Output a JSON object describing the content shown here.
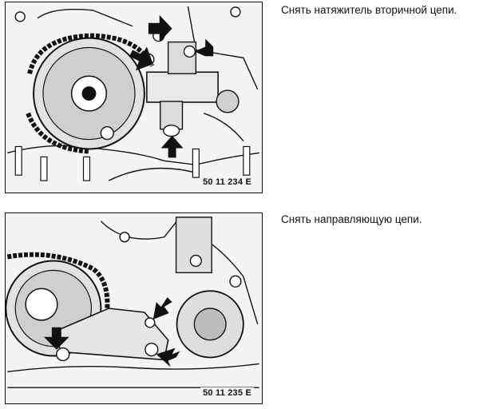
{
  "steps": [
    {
      "caption": "Снять натяжитель вторичной цепи.",
      "figure_code": "50 11 234 E"
    },
    {
      "caption": "Снять направляющую цепи.",
      "figure_code": "50 11 235 E"
    }
  ],
  "colors": {
    "ink": "#111111",
    "paper": "#ffffff",
    "figure_background": "#f4f4f4"
  }
}
